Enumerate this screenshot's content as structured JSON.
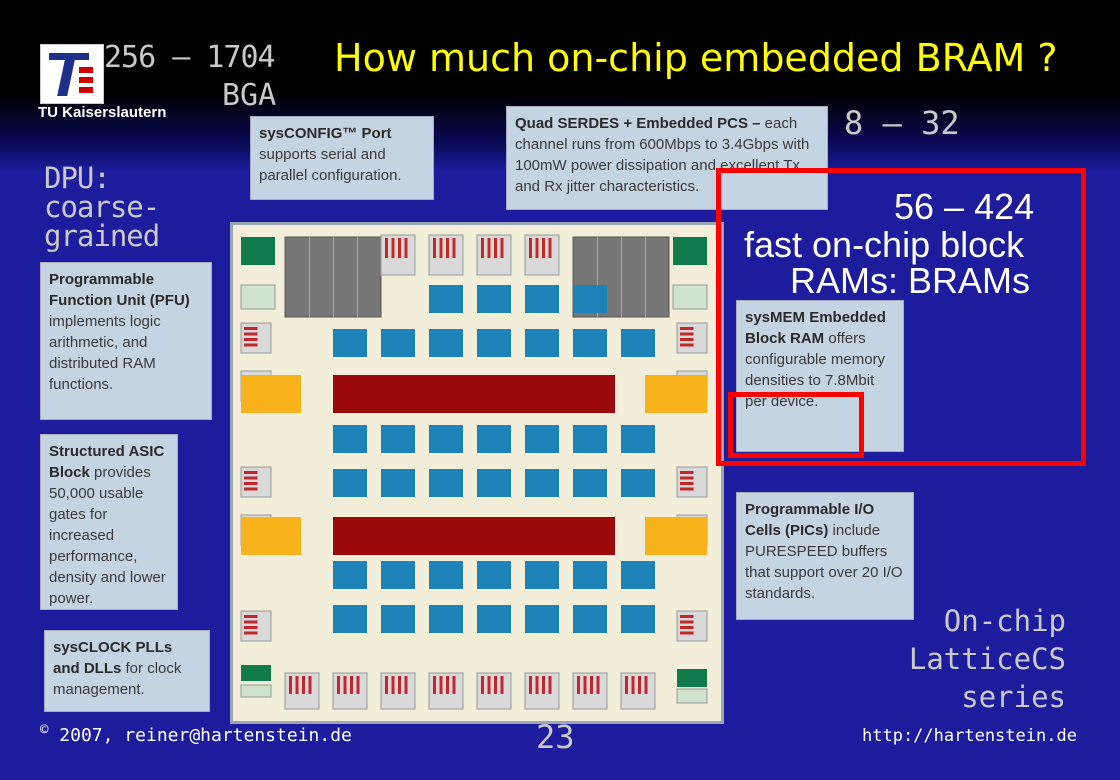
{
  "logo": {
    "caption": "TU Kaiserslautern"
  },
  "package": {
    "pins": "256 – 1704",
    "type": "BGA"
  },
  "title": "How much on-chip embedded BRAM ?",
  "serdes_count": "8 – 32",
  "dpu_label": [
    "DPU:",
    "coarse-",
    "grained"
  ],
  "callouts": {
    "sysconfig": {
      "bold": "sysCONFIG™ Port",
      "text": "supports serial and parallel configuration."
    },
    "serdes": {
      "bold": "Quad SERDES + Embedded PCS –",
      "text": "each channel runs from 600Mbps to 3.4Gbps with 100mW power dissipation and excellent Tx and Rx jitter characteristics."
    },
    "pfu": {
      "bold": "Programmable Function Unit (PFU)",
      "text": "implements logic arithmetic, and distributed RAM functions."
    },
    "asic": {
      "bold": "Structured ASIC Block",
      "text": "provides 50,000 usable gates for increased performance, density and lower power."
    },
    "sysclock": {
      "bold": "sysCLOCK PLLs and DLLs",
      "text": "for clock management."
    },
    "sysmem": {
      "bold": "sysMEM Embedded Block RAM",
      "text": "offers configurable memory densities to 7.8Mbit per device."
    },
    "pic": {
      "bold": "Programmable I/O Cells (PICs)",
      "text": "include PURESPEED buffers that support over 20 I/O standards."
    }
  },
  "brams": {
    "count": "56 – 424",
    "line1": "fast on-chip block",
    "line2": "RAMs: BRAMs"
  },
  "onchip_label": [
    "On-chip",
    "LatticeCS",
    "series"
  ],
  "footer": {
    "copyright_symbol": "©",
    "copyright": "2007, reiner@hartenstein.de",
    "page": "23",
    "url": "http://hartenstein.de"
  },
  "colors": {
    "background": "#1c1c9c",
    "title": "#ffff00",
    "highlight": "#ff0000",
    "plb": "#1d82b8",
    "ebr": "#9b0a0a",
    "io": "#f7b21c",
    "pll": "#0f7a4a"
  }
}
